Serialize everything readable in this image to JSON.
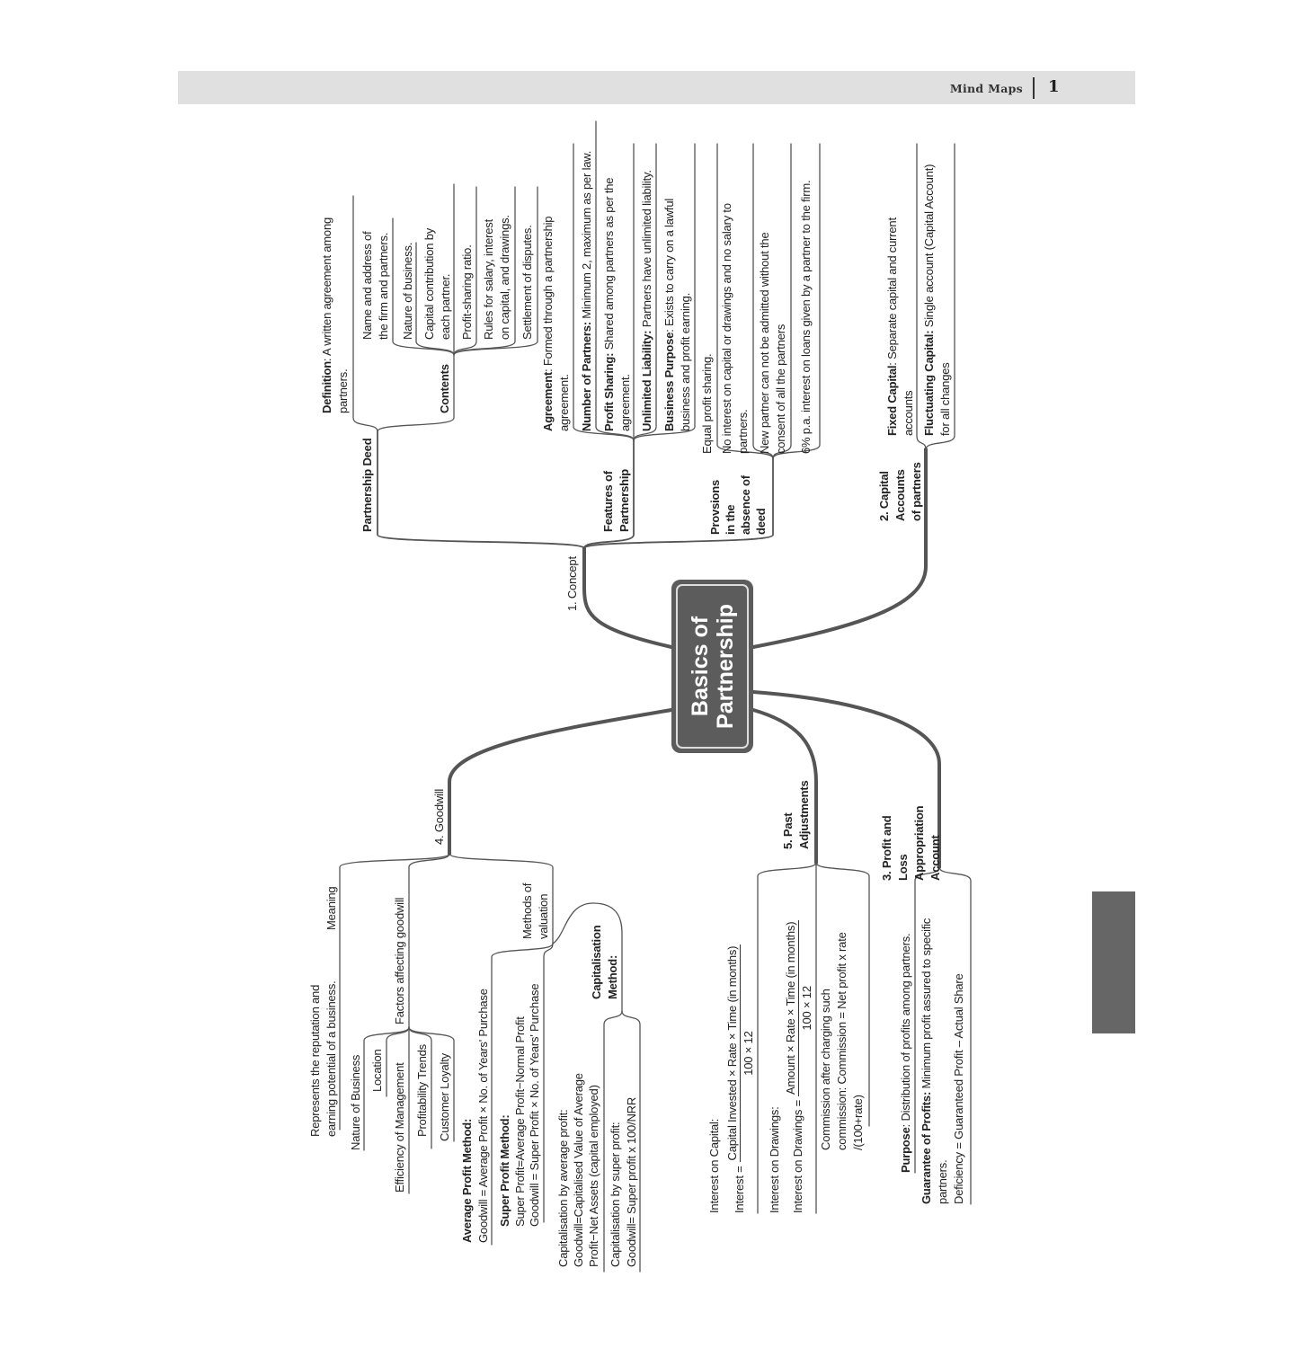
{
  "header": {
    "title": "Mind Maps",
    "page": "1"
  },
  "center": "Basics of\nPartnership",
  "concept": {
    "label": "1. Concept",
    "deed": {
      "label": "Partnership Deed",
      "definition": {
        "label": "Definition",
        "text": ": A written agreement among\npartners."
      },
      "contents": {
        "label": "Contents",
        "items": [
          "Name and address of\nthe firm and partners.",
          "Nature of business.",
          "Capital contribution by\neach partner.",
          "Profit-sharing ratio.",
          "Rules for salary, interest\non capital, and drawings.",
          "Settlement of disputes."
        ]
      }
    },
    "features": {
      "label": "Features of\nPartnership",
      "items": [
        {
          "label": "Agreement",
          "text": ": Formed through a partnership\nagreement."
        },
        {
          "label": "Number of Partners:",
          "text": " Minimum 2, maximum as per law."
        },
        {
          "label": "Profit Sharing:",
          "text": " Shared among partners as per the\nagreement."
        },
        {
          "label": "Unlimited Liability:",
          "text": " Partners have unlimited liability."
        },
        {
          "label": "Business Purpose",
          "text": ": Exists to carry on a lawful\nbusiness and profit earning."
        }
      ]
    },
    "provisions": {
      "label": "Provsions\nin the\nabsence of\ndeed",
      "items": [
        "Equal profit sharing.",
        "No interest on capital or drawings and no salary to\npartners.",
        "New partner can not be admitted without the\nconsent of all the partners",
        "6% p.a. interest on loans given by a partner to the firm."
      ]
    }
  },
  "capital": {
    "label": "2. Capital\nAccounts\nof partners",
    "items": [
      {
        "label": "Fixed Capital",
        "text": ": Separate capital and current\naccounts"
      },
      {
        "label": "Fluctuating Capital:",
        "text": " Single account (Capital Account)\nfor all changes"
      }
    ]
  },
  "pl": {
    "label": "3. Profit and\nLoss\nAppropriation\nAccount",
    "purpose": {
      "label": "Purpose",
      "text": ": Distribution of profits among partners."
    },
    "guarantee": {
      "label": "Guarantee of Profits:",
      "text": " Minimum profit assured to specific\npartners.\nDeficiency = Guaranteed Profit – Actual Share"
    }
  },
  "goodwill": {
    "label": "4. Goodwill",
    "meaning": {
      "label": "Meaning",
      "text": "Represents the reputation and\nearning potential of a business."
    },
    "factors": {
      "label": "Factors affecting goodwill",
      "items": [
        "Nature of Business",
        "Location",
        "Efficiency of Management",
        "Profitability Trends",
        "Customer Loyalty"
      ]
    },
    "methods": {
      "label": "Methods of\nvaluation",
      "average": {
        "label": "Average Profit Method:",
        "text": "\nGoodwill = Average Profit × No. of Years' Purchase"
      },
      "super": {
        "label": "Super Profit Method:",
        "text": "\nSuper Profit=Average Profit−Normal Profit\nGoodwill = Super Profit × No. of Years' Purchase"
      },
      "capitalisation": {
        "label": "Capitalisation\nMethod:",
        "items": [
          "Capitalisation by average profit:\nGoodwill=Capitalised Value of Average\nProfit−Net Assets (capital employed)",
          "Capitalisation by super profit:\nGoodwill= Super profit x 100/NRR"
        ]
      }
    }
  },
  "past": {
    "label": "5. Past\nAdjustments",
    "capital_title": "Interest on Capital:",
    "capital_lhs": "Interest =",
    "capital_num": "Capital Invested × Rate × Time (in months)",
    "capital_den": "100 × 12",
    "drawings_title": "Interest on Drawings:",
    "drawings_lhs": "Interest on Drawings =",
    "drawings_num": "Amount × Rate × Time (in months)",
    "drawings_den": "100 × 12",
    "commission": "Commission after charging such\ncommission: Commission = Net profit x rate\n/(100+rate)"
  }
}
